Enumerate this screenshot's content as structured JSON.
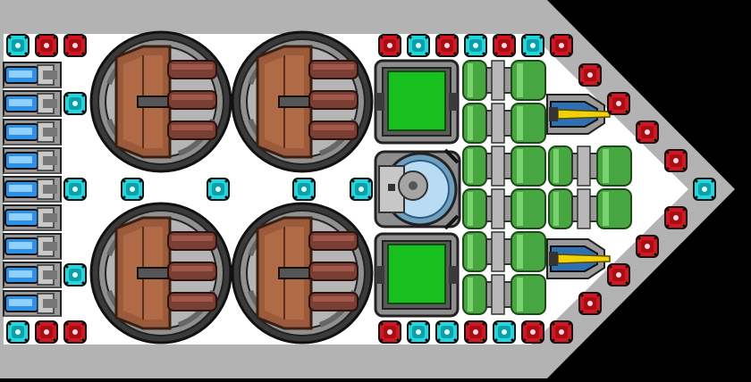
{
  "scene": {
    "kind": "top-down spaceship hull tile view",
    "colors": {
      "background": "#000000",
      "hull_outer": "#b3b3b3",
      "hull_inner": "#ffffff",
      "floor_dark": "#2b2b2b",
      "metal": "#8f8f8f",
      "panel_green": "#17c01c",
      "pipe_green": "#46a640",
      "socket_cyan": "#1dd8e0",
      "socket_red": "#d61522",
      "hatch_brown": "#9a5a3b",
      "thruster_blue": "#2f8fe6",
      "gun_yellow": "#f1d20a"
    }
  },
  "components": {
    "reactor_turrets": [
      {
        "id": "turret-top-left",
        "icon": "quad-barrel-turret"
      },
      {
        "id": "turret-top-right",
        "icon": "quad-barrel-turret"
      },
      {
        "id": "turret-bottom-left",
        "icon": "quad-barrel-turret"
      },
      {
        "id": "turret-bottom-right",
        "icon": "quad-barrel-turret"
      }
    ],
    "thrusters": {
      "count": 9,
      "icon": "engine-thruster"
    },
    "power_panels": {
      "count": 2,
      "icon": "green-power-panel"
    },
    "core": {
      "icon": "control-core"
    },
    "pipe_modules": {
      "icon": "green-tank-pipe"
    },
    "nose_guns": {
      "count": 2,
      "icon": "forward-laser-gun"
    }
  }
}
